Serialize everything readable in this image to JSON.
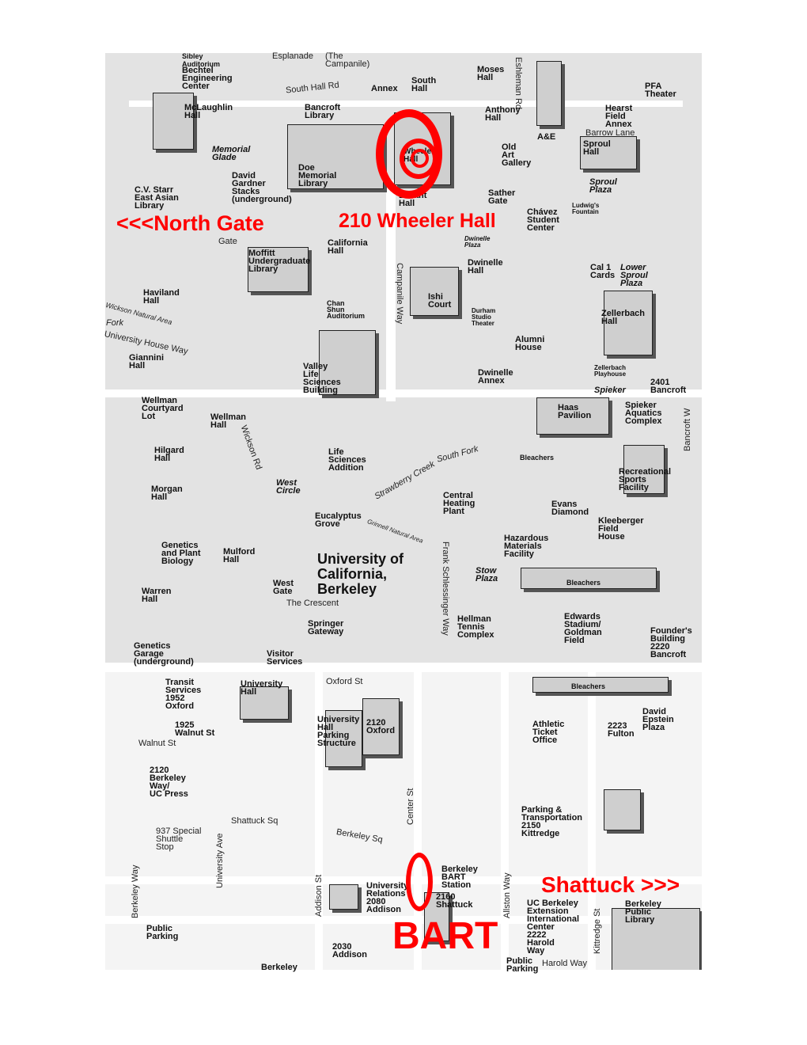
{
  "annotations": {
    "north_gate": "<<<North Gate",
    "wheeler": "210 Wheeler Hall",
    "shattuck": "Shattuck >>>",
    "bart": "BART"
  },
  "colors": {
    "annotation": "#ff0000",
    "campus": "#e3e3e3",
    "building": "#cfcfcf"
  },
  "labels": [
    "Sibley\nAuditorium",
    "Bechtel\nEngineering\nCenter",
    "Esplanade",
    "(The\nCampanile)",
    "South Hall Rd",
    "Annex",
    "South\nHall",
    "Moses\nHall",
    "Eshleman Rd",
    "PFA\nTheater",
    "McLaughlin\nHall",
    "Bancroft\nLibrary",
    "Anthony\nHall",
    "Hearst\nField\nAnnex",
    "Barrow Lane",
    "A&E",
    "Sproul\nHall",
    "Old\nArt\nGallery",
    "Memorial\nGlade",
    "Wheeler\nHall",
    "Doe\nMemorial\nLibrary",
    "David\nGardner\nStacks\n(underground)",
    "Sproul\nPlaza",
    "C.V. Starr\nEast Asian\nLibrary",
    "Sather\nGate",
    "Ludwig's\nFountain",
    "Durant\nHall",
    "Chávez\nStudent\nCenter",
    "Gate",
    "California\nHall",
    "Dwinelle\nPlaza",
    "Moffitt\nUndergraduate\nLibrary",
    "Dwinelle\nHall",
    "Cal 1\nCards",
    "Lower\nSproul\nPlaza",
    "Campanile Way",
    "Haviland\nHall",
    "Ishi\nCourt",
    "Chan\nShun\nAuditorium",
    "Durham\nStudio\nTheater",
    "Zellerbach\nHall",
    "Wickson Natural Area",
    "University House Way",
    "Fork",
    "Alumni\nHouse",
    "Giannini\nHall",
    "Valley\nLife\nSciences\nBuilding",
    "Dwinelle\nAnnex",
    "Zellerbach\nPlayhouse",
    "Spieker",
    "2401\nBancroft",
    "Wellman\nCourtyard\nLot",
    "Haas\nPavilion",
    "Spieker\nAquatics\nComplex",
    "Bancroft W",
    "Wellman\nHall",
    "Hilgard\nHall",
    "Wickson Rd",
    "Life\nSciences\nAddition",
    "South Fork",
    "Bleachers",
    "Recreational\nSports\nFacility",
    "West\nCircle",
    "Strawberry Creek",
    "Morgan\nHall",
    "Central\nHeating\nPlant",
    "Frank Schlessinger Way",
    "Eucalyptus\nGrove",
    "Evans\nDiamond",
    "Kleeberger\nField\nHouse",
    "Grinnell Natural Area",
    "Genetics\nand Plant\nBiology",
    "Mulford\nHall",
    "Hazardous\nMaterials\nFacility",
    "University of\nCalifornia,\nBerkeley",
    "Stow\nPlaza",
    "Bleachers",
    "West\nGate",
    "Warren\nHall",
    "The Crescent",
    "Edwards\nStadium/\nGoldman\nField",
    "Hellman\nTennis\nComplex",
    "Springer\nGateway",
    "Founder's\nBuilding\n2220\nBancroft",
    "Genetics\nGarage\n(underground)",
    "Visitor\nServices",
    "University\nHall",
    "Oxford St",
    "Transit\nServices\n1952\nOxford",
    "Bleachers",
    "David\nEpstein\nPlaza",
    "Athletic\nTicket\nOffice",
    "2223\nFulton",
    "University\nHall\nParking\nStructure",
    "2120\nOxford",
    "1925\nWalnut St",
    "Walnut St",
    "2120\nBerkeley\nWay/\nUC Press",
    "Center St",
    "Parking &\nTransportation\n2150\nKittredge",
    "Shattuck Sq",
    "937 Special\nShuttle\nStop",
    "Berkeley Sq",
    "University Ave",
    "Berkeley Way",
    "Addison St",
    "Berkeley\nBART\nStation",
    "University\nRelations\n2080\nAddison",
    "2160\nShattuck",
    "Allston Way",
    "Kittredge St",
    "UC Berkeley\nExtension\nInternational\nCenter\n2222\nHarold\nWay",
    "Berkeley\nPublic\nLibrary",
    "Public\nParking",
    "2030\nAddison",
    "Public\nParking",
    "Berkeley",
    "Harold Way"
  ]
}
